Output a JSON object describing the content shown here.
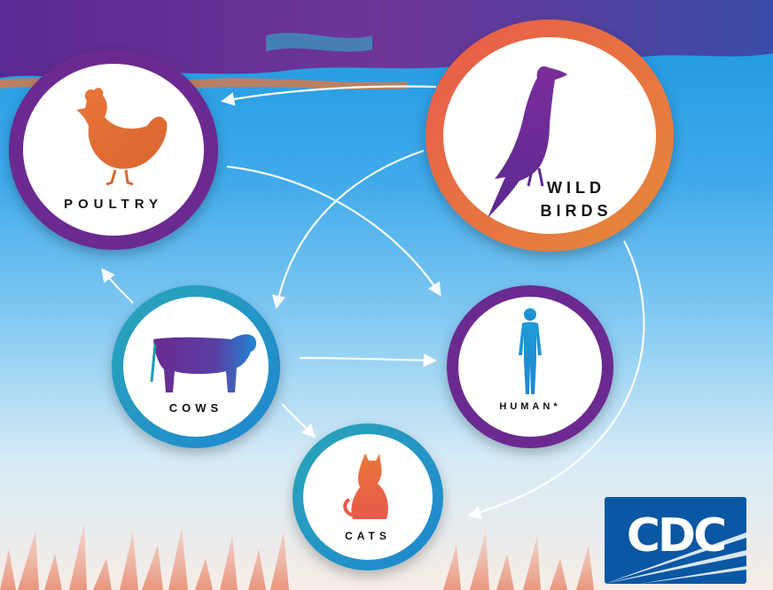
{
  "nodes": {
    "wild_birds": {
      "line1": "WILD",
      "line2": "BIRDS"
    },
    "poultry": {
      "label": "POULTRY"
    },
    "cows": {
      "label": "COWS"
    },
    "human": {
      "label": "HUMAN*"
    },
    "cats": {
      "label": "CATS"
    }
  },
  "logo": {
    "text": "CDC"
  },
  "colors": {
    "orange": "#e8753a",
    "purple": "#6b2a8f",
    "teal": "#1f9bb0",
    "blue": "#1f86d1"
  },
  "icons": [
    "wild-bird-icon",
    "chicken-icon",
    "cow-icon",
    "human-icon",
    "cat-icon"
  ]
}
